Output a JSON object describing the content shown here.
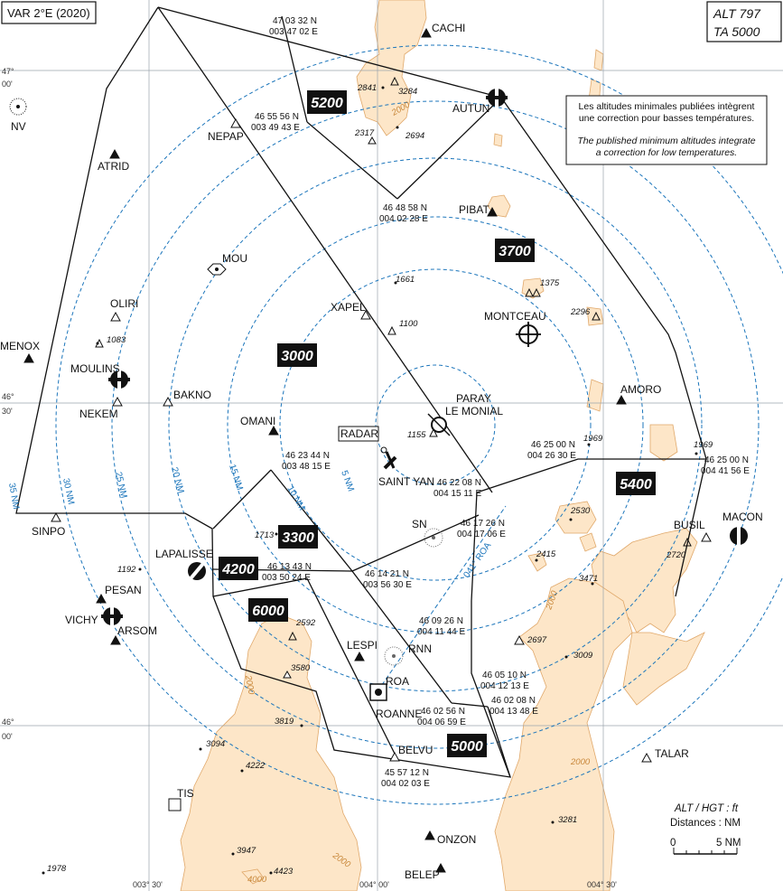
{
  "header": {
    "variation": "VAR 2°E (2020)",
    "alt": "ALT 797",
    "ta": "TA 5000"
  },
  "note": {
    "fr_1": "Les altitudes minimales publiées intègrent",
    "fr_2": "une correction pour basses températures.",
    "en_1": "The published minimum altitudes integrate",
    "en_2": "a correction for low temperatures."
  },
  "legend": {
    "line1": "ALT / HGT : ft",
    "line2": "Distances : NM",
    "scale_start": "0",
    "scale_end": "5 NM"
  },
  "grid": {
    "lat_47": "47°",
    "lat_46_30": "46°",
    "lat_46": "46°",
    "min_00": "00'",
    "min_30": "30'",
    "lon_003_30": "003° 30'",
    "lon_004": "004° 00'",
    "lon_004_30": "004° 30'"
  },
  "rings": [
    "5 NM",
    "10 NM",
    "15 NM",
    "20 NM",
    "25 NM",
    "30 NM",
    "35 NM"
  ],
  "radial": "041° ROA",
  "msa": [
    "5200",
    "3700",
    "3000",
    "3300",
    "4200",
    "6000",
    "5400",
    "5000"
  ],
  "points": {
    "cachi": "CACHI",
    "autun": "AUTUN",
    "nepap": "NEPAP",
    "nv": "NV",
    "atrid": "ATRID",
    "pibat": "PIBAT",
    "mou": "MOU",
    "oliri": "OLIRI",
    "xapel": "XAPEL",
    "montceau": "MONTCEAU",
    "menox": "MENOX",
    "moulins": "MOULINS",
    "bakno": "BAKNO",
    "nekem": "NEKEM",
    "paray1": "PARAY",
    "paray2": "LE MONIAL",
    "amoro": "AMORO",
    "omani": "OMANI",
    "radar": "RADAR",
    "saint_yan": "SAINT YAN",
    "sinpo": "SINPO",
    "busil": "BUSIL",
    "macon": "MACON",
    "sn": "SN",
    "lapalisse": "LAPALISSE",
    "pesan": "PESAN",
    "vichy": "VICHY",
    "arsom": "ARSOM",
    "lespi": "LESPI",
    "rnn": "RNN",
    "roa": "ROA",
    "roanne": "ROANNE",
    "belvu": "BELVU",
    "talar": "TALAR",
    "tis": "TIS",
    "onzon": "ONZON",
    "belep": "BELEP"
  },
  "coords": {
    "c1a": "47 03 32 N",
    "c1b": "003 47 02 E",
    "c2a": "46 55 56 N",
    "c2b": "003 49 43 E",
    "c3a": "46 48 58 N",
    "c3b": "004 02 28 E",
    "c4a": "46 23 44 N",
    "c4b": "003 48 15 E",
    "c5a": "46 22 08 N",
    "c5b": "004 15 11 E",
    "c6a": "46 25 00 N",
    "c6b": "004 26 30 E",
    "c7a": "46 25 00 N",
    "c7b": "004 41 56 E",
    "c8a": "46 17 26 N",
    "c8b": "004 17 06 E",
    "c9a": "46 13 43 N",
    "c9b": "003 50 24 E",
    "c10a": "46 14 21 N",
    "c10b": "003 56 30 E",
    "c11a": "46 09 26 N",
    "c11b": "004 11 44 E",
    "c12a": "46 05 10 N",
    "c12b": "004 12 13 E",
    "c13a": "46 02 08 N",
    "c13b": "004 13 48 E",
    "c14a": "46 02 56 N",
    "c14b": "004 06 59 E",
    "c15a": "45 57 12 N",
    "c15b": "004 02 03 E"
  },
  "elevations": [
    "2841",
    "3284",
    "2317",
    "2694",
    "1661",
    "1375",
    "1100",
    "2296",
    "1083",
    "1155",
    "1969",
    "1969",
    "2530",
    "2720",
    "2415",
    "3471",
    "1713",
    "1192",
    "2592",
    "2697",
    "3009",
    "3580",
    "3819",
    "3094",
    "4222",
    "3947",
    "4423",
    "3281",
    "1978"
  ],
  "contours": [
    "2000",
    "2000",
    "2000",
    "2000",
    "2000",
    "4000"
  ]
}
